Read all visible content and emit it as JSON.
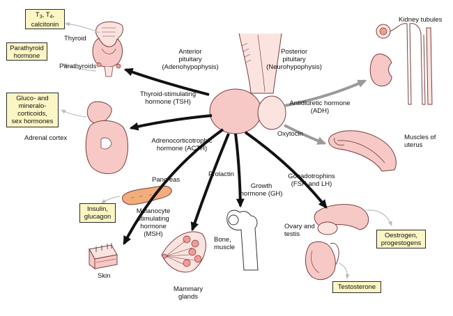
{
  "colors": {
    "tissue_fill": "#f6c9c6",
    "tissue_stroke": "#7a3b3b",
    "pale_fill": "#fbe4e0",
    "box_fill": "#fbf6c4",
    "arrow_black": "#111111",
    "arrow_gray": "#9a9a9a",
    "arrow_light": "#bdbdbd"
  },
  "pituitary": {
    "anterior": [
      "Anterior",
      "pituitary",
      "(Adenohypophysis)"
    ],
    "posterior": [
      "Posterior",
      "pituitary",
      "(Neurohypophysis)"
    ]
  },
  "hormones": {
    "tsh": [
      "Thyroid-stimulating",
      "hormone (TSH)"
    ],
    "acth": [
      "Adrenocorticotrophic",
      "hormone (ACTH)"
    ],
    "adh": [
      "Antidiuretic hormone",
      "(ADH)"
    ],
    "oxytocin": "Oxytocin",
    "prolactin": "Prolactin",
    "gh": [
      "Growth",
      "hormone (GH)"
    ],
    "gonad": [
      "Gonadotrophins",
      "(FSH and LH)"
    ],
    "msh": [
      "Melanocyte",
      "stimulating",
      "hormone",
      "(MSH)"
    ]
  },
  "organs": {
    "thyroid": "Thyroid",
    "parathyroids": "Parathyroids",
    "adrenal": "Adrenal cortex",
    "pancreas": "Pancreas",
    "kidney": "Kidney tubules",
    "uterus": [
      "Muscles of",
      "uterus"
    ],
    "bone": [
      "Bone,",
      "muscle"
    ],
    "ovary": [
      "Ovary and",
      "testis"
    ],
    "skin": "Skin",
    "mammary": [
      "Mammary",
      "glands"
    ]
  },
  "products": {
    "t3t4": {
      "t3": "T",
      "t3_sub": "3",
      "comma": ", ",
      "t4": "T",
      "t4_sub": "4",
      "tail": ",",
      "line2": "calcitonin"
    },
    "parathyroid_hormone": [
      "Parathyroid",
      "hormone"
    ],
    "gluco": [
      "Gluco- and",
      "mineralo-",
      "corticoids,",
      "sex hormones"
    ],
    "insulin": [
      "Insulin,",
      "glucagon"
    ],
    "oestrogen": [
      "Oestrogen,",
      "progestogens"
    ],
    "testosterone": "Testosterone"
  }
}
